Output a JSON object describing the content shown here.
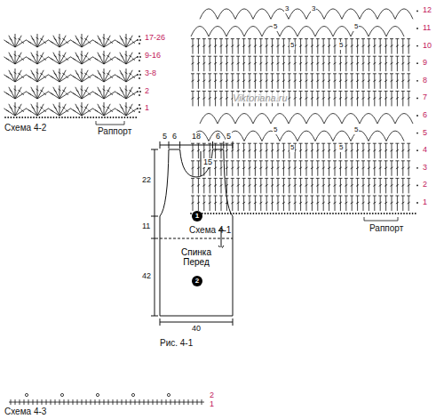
{
  "diagram": {
    "nodes": [
      {
        "text": [
          "Спинка Перед"
        ]
      },
      {
        "text": [
          "1"
        ],
        "in": 0
      },
      {
        "text": [
          "2"
        ],
        "in": 0
      }
    ],
    "labels": [
      "Схема 4-2",
      "Раппорт",
      "17-26",
      "9-16",
      "3-8",
      "2",
      "1",
      "12",
      "11",
      "10",
      "9",
      "8",
      "7",
      "6",
      "5",
      "4",
      "3",
      "2",
      "1",
      "3",
      "3",
      "5",
      "5",
      "5",
      "5",
      "5",
      "5",
      "5",
      "5",
      "Раппорт",
      "Схема 4-1",
      "Viktoriana.ru",
      "5",
      "6",
      "18",
      "6",
      "5",
      "22",
      "15",
      "11",
      "42",
      "40",
      "Рис. 4-1",
      "2",
      "1",
      "Схема 4-3"
    ]
  }
}
